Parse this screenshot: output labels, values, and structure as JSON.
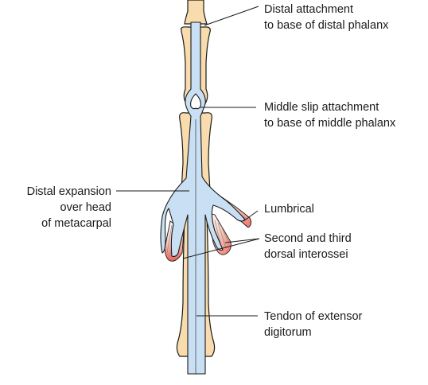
{
  "labels": {
    "distal_attachment": [
      "Distal attachment",
      "to base of distal phalanx"
    ],
    "middle_slip": [
      "Middle slip attachment",
      "to base of middle phalanx"
    ],
    "distal_expansion": [
      "Distal expansion",
      "over head",
      "of metacarpal"
    ],
    "lumbrical": [
      "Lumbrical"
    ],
    "interossei": [
      "Second and third",
      "dorsal interossei"
    ],
    "extensor_tendon": [
      "Tendon of extensor",
      "digitorum"
    ]
  },
  "colors": {
    "bone_fill": "#f8dcae",
    "tendon_fill": "#c9dff3",
    "muscle_fill": "#f08a7c",
    "outline": "#1a1a1a"
  }
}
